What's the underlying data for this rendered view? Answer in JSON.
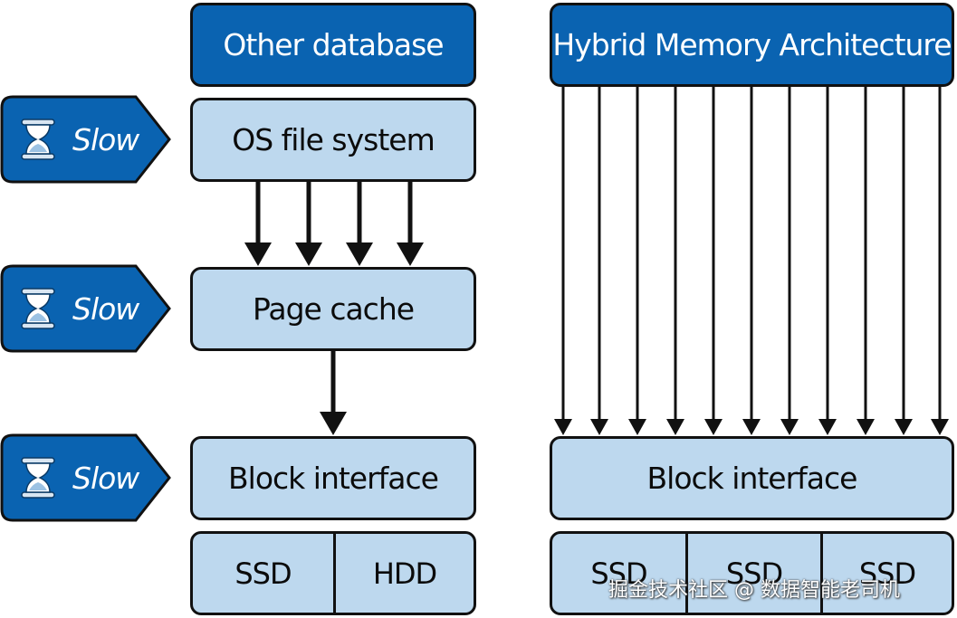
{
  "left_stack": {
    "header": "Other database",
    "layers": [
      {
        "label": "OS file system"
      },
      {
        "label": "Page cache"
      },
      {
        "label": "Block interface"
      }
    ],
    "storage": [
      "SSD",
      "HDD"
    ]
  },
  "right_stack": {
    "header": "Hybrid Memory Architecture",
    "block": "Block interface",
    "storage": [
      "SSD",
      "SSD",
      "SSD"
    ]
  },
  "badges": [
    "Slow",
    "Slow",
    "Slow"
  ],
  "watermark": "掘金技术社区 @ 数据智能老司机",
  "colors": {
    "dark_blue": "#0a63b1",
    "light_blue": "#bdd8ee",
    "outline": "#111111"
  }
}
